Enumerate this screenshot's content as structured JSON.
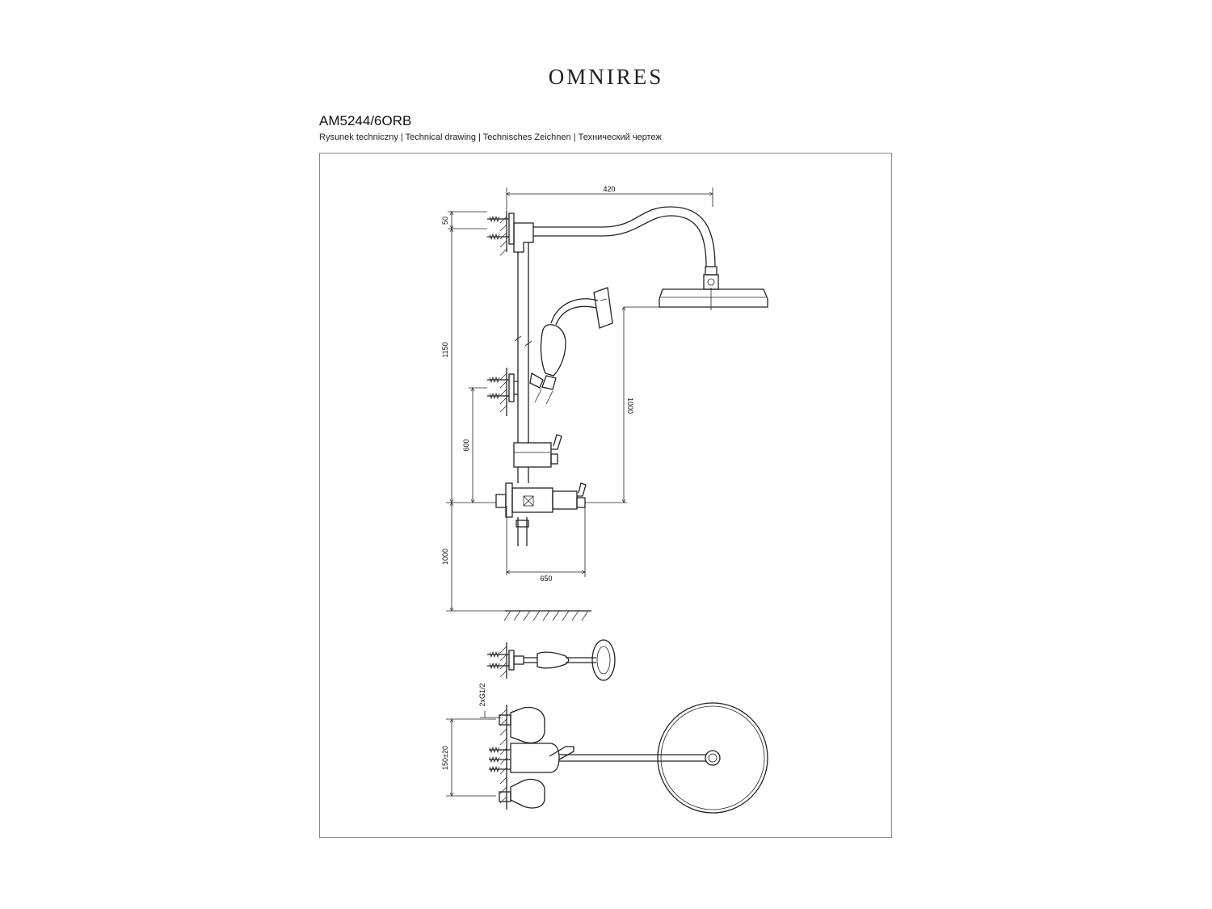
{
  "header": {
    "brand": "OMNIRES",
    "model": "AM5244/6ORB",
    "subtitle": "Rysunek techniczny | Technical drawing | Technisches Zeichnen | Технический чертеж"
  },
  "dimensions": {
    "arm_length": "420",
    "wall_bracket_spacing": "50",
    "column_height": "1150",
    "mixer_to_bracket": "600",
    "hand_shower_height": "1000",
    "mixer_depth": "650",
    "mixer_height_from_floor": "1000",
    "inlet_thread": "2xG1/2",
    "inlet_spacing": "150±20"
  }
}
